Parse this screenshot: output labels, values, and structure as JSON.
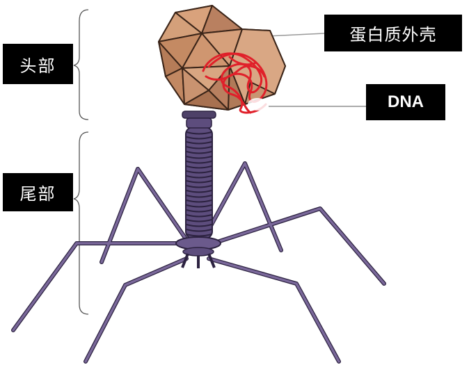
{
  "labels": {
    "head": "头部",
    "tail": "尾部",
    "shell": "蛋白质外壳",
    "dna": "DNA"
  },
  "colors": {
    "capsid": "#c8916b",
    "capsid_edge": "#3a2418",
    "dna": "#e0202a",
    "tail": "#6b5a8c",
    "tail_edge": "#2c2240",
    "bracket": "#555555",
    "pointer": "#888888"
  }
}
